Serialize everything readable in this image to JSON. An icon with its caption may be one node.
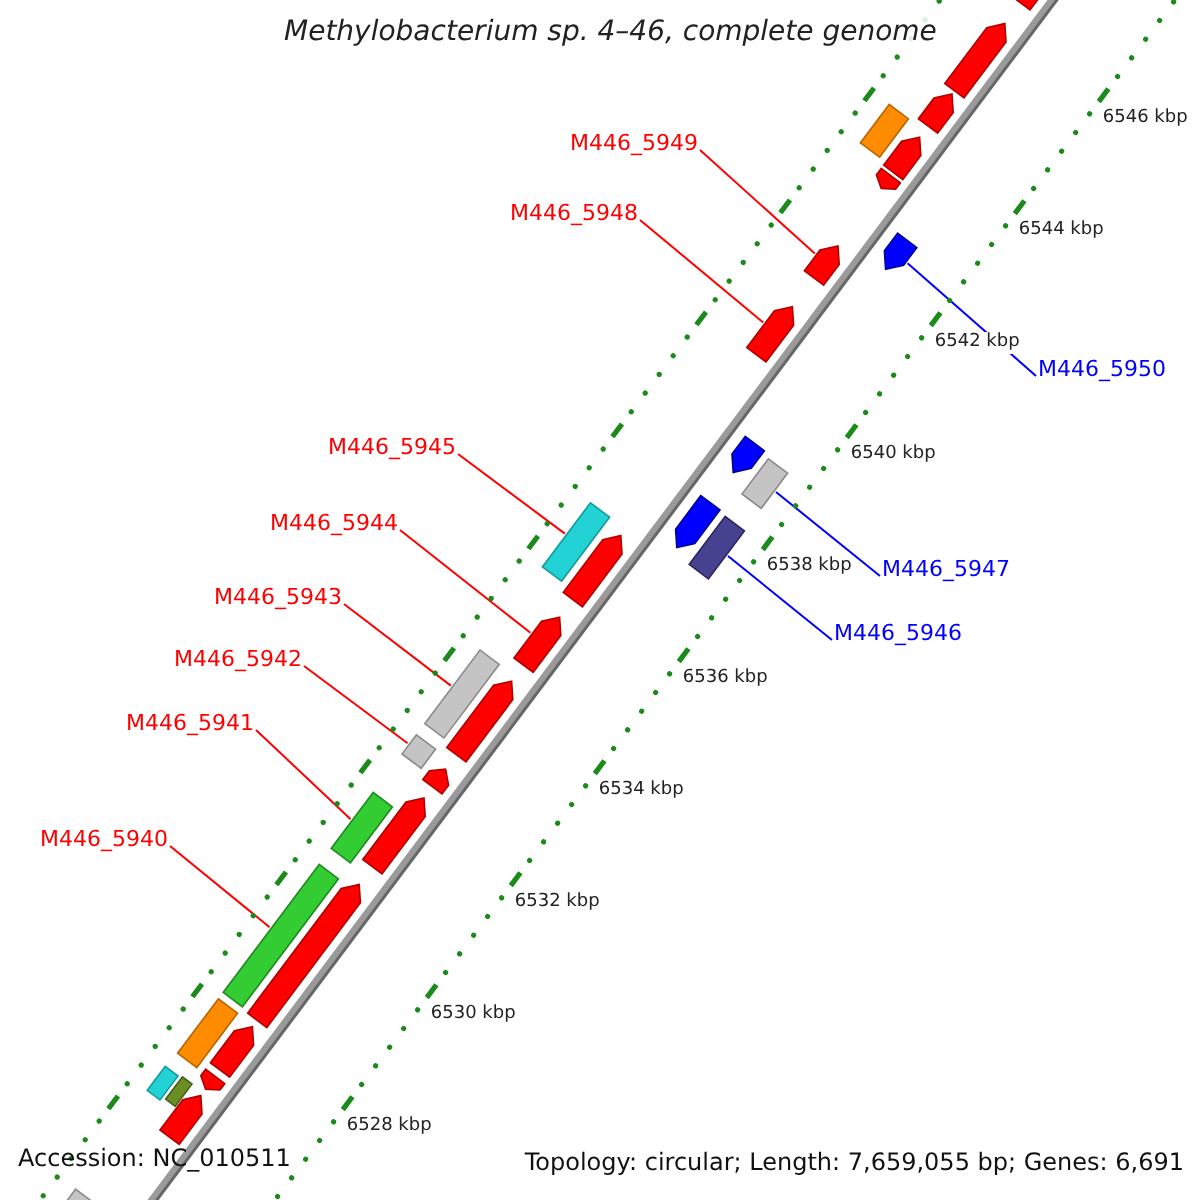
{
  "diagram": {
    "title": "Methylobacterium sp. 4–46, complete genome",
    "nodes": [
      {
        "text": [
          "M446_5949"
        ]
      },
      {
        "text": [
          "M446_5948"
        ]
      },
      {
        "text": [
          "M446_5950"
        ]
      },
      {
        "text": [
          "M446_5945"
        ]
      },
      {
        "text": [
          "M446_5944"
        ]
      },
      {
        "text": [
          "M446_5947"
        ]
      },
      {
        "text": [
          "M446_5943"
        ]
      },
      {
        "text": [
          "M446_5946"
        ]
      },
      {
        "text": [
          "M446_5942"
        ]
      },
      {
        "text": [
          "M446_5941"
        ]
      },
      {
        "text": [
          "M446_5940"
        ]
      },
      {
        "text": [],
        "shape": "arrow"
      },
      {
        "text": [],
        "shape": "arrow"
      },
      {
        "text": [],
        "shape": "arrow"
      },
      {
        "text": [],
        "shape": "box"
      },
      {
        "text": [],
        "shape": "arrow"
      },
      {
        "text": [],
        "shape": "box"
      },
      {
        "text": [],
        "shape": "box"
      },
      {
        "text": [],
        "shape": "box"
      },
      {
        "text": [],
        "shape": "box"
      },
      {
        "text": [],
        "shape": "box"
      },
      {
        "text": [],
        "shape": "box"
      },
      {
        "text": [],
        "shape": "arrow"
      },
      {
        "text": [],
        "shape": "arrow"
      },
      {
        "text": [],
        "shape": "arrow"
      },
      {
        "text": [],
        "shape": "arrow"
      },
      {
        "text": [],
        "shape": "arrow"
      },
      {
        "text": [],
        "shape": "arrow"
      },
      {
        "text": [],
        "shape": "arrow"
      },
      {
        "text": [],
        "shape": "arrow"
      },
      {
        "text": [],
        "shape": "arrow"
      },
      {
        "text": [],
        "shape": "arrow"
      },
      {
        "text": [],
        "shape": "arrow"
      },
      {
        "text": [],
        "shape": "arrow"
      },
      {
        "text": [],
        "shape": "arrow"
      },
      {
        "text": [],
        "shape": "box"
      },
      {
        "text": [],
        "shape": "box"
      },
      {
        "text": [],
        "shape": "box"
      },
      {
        "text": [],
        "shape": "box"
      },
      {
        "text": [],
        "shape": "box"
      },
      {
        "text": [],
        "shape": "arrow"
      },
      {
        "text": [],
        "shape": "arrow"
      }
    ],
    "edges": [
      {
        "from": 0,
        "to": 11,
        "arrow": "none"
      },
      {
        "from": 1,
        "to": 12,
        "arrow": "none"
      },
      {
        "from": 2,
        "to": 13,
        "arrow": "none",
        "color": "#0000ff"
      },
      {
        "from": 3,
        "to": 14,
        "arrow": "none"
      },
      {
        "from": 4,
        "to": 15,
        "arrow": "none"
      },
      {
        "from": 5,
        "to": 16,
        "arrow": "none",
        "color": "#0000ff"
      },
      {
        "from": 6,
        "to": 17,
        "arrow": "none"
      },
      {
        "from": 7,
        "to": 18,
        "arrow": "none",
        "color": "#0000ff"
      },
      {
        "from": 8,
        "to": 19,
        "arrow": "none"
      },
      {
        "from": 9,
        "to": 20,
        "arrow": "none"
      },
      {
        "from": 10,
        "to": 21,
        "arrow": "none"
      }
    ],
    "labels": [
      "6546 kbp",
      "6544 kbp",
      "6542 kbp",
      "6540 kbp",
      "6538 kbp",
      "6536 kbp",
      "6534 kbp",
      "6532 kbp",
      "6530 kbp",
      "6528 kbp",
      "Accession: NC_010511",
      "Topology: circular; Length: 7,659,055 bp; Genes: 6,691"
    ]
  }
}
